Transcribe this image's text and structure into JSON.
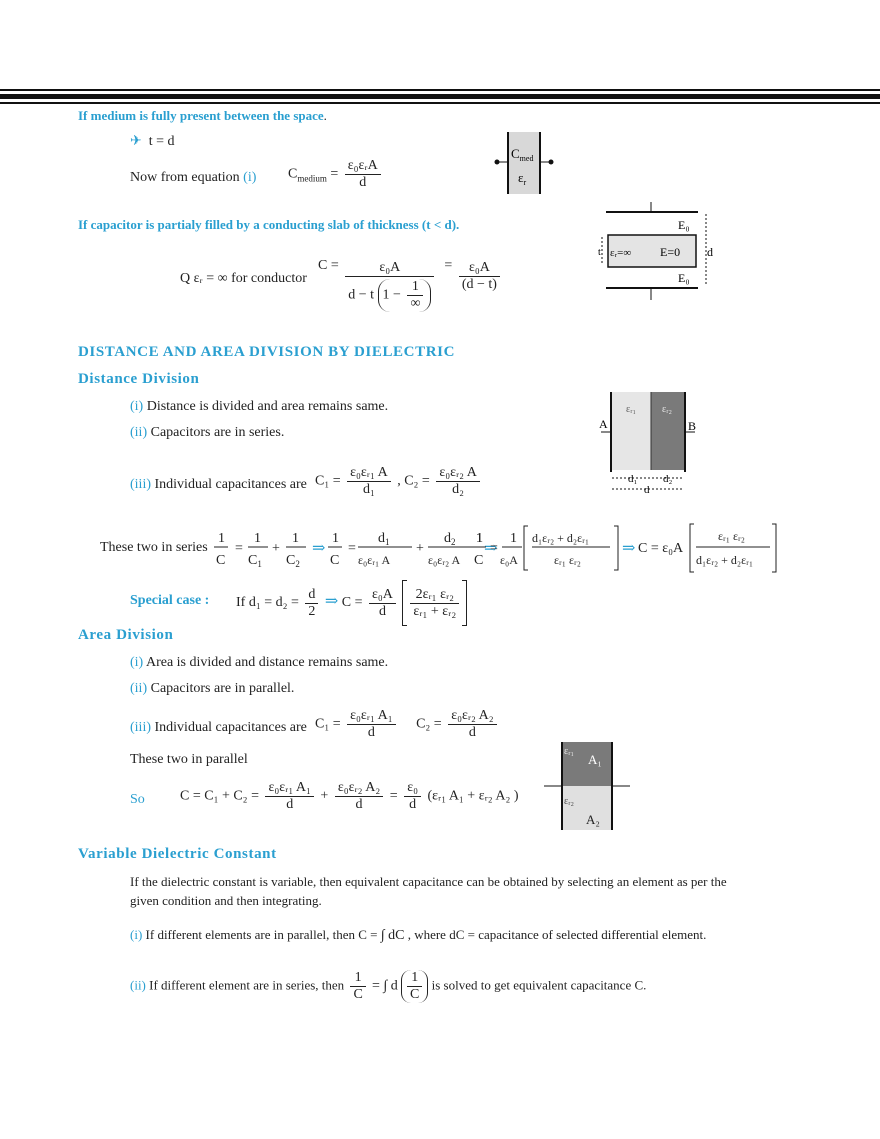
{
  "intro": {
    "full_medium_heading": "If medium is fully present between the space",
    "full_medium_period": ".",
    "td": "t = d",
    "now_from": "Now from equation",
    "eq_ref": "(i)",
    "c_medium_lhs": "C",
    "c_medium_sub": "medium",
    "c_medium_num": "ε₀εᵣA",
    "c_medium_den": "d",
    "fig1_label_top": "C",
    "fig1_label_top_sub": "med",
    "fig1_label_bottom": "ε",
    "fig1_label_bottom_sub": "r"
  },
  "slab": {
    "heading": "If capacitor is partialy filled by a conducting slab of thickness (t < d).",
    "reason": "Q εᵣ = ∞ for conductor",
    "c_lhs": "C =",
    "num1": "ε₀A",
    "den1a": "d − t",
    "den1b": "1 −",
    "den1_inner_num": "1",
    "den1_inner_den": "∞",
    "num2": "ε₀A",
    "den2": "(d − t)",
    "fig_e0_top": "E₀",
    "fig_er": "εᵣ=∞",
    "fig_e_zero": "E=0",
    "fig_e0_bottom": "E₀",
    "fig_t": "t",
    "fig_d": "d"
  },
  "distance": {
    "main_heading": "DISTANCE AND AREA DIVISION BY DIELECTRIC",
    "heading": "Distance Division",
    "items": [
      {
        "num": "(i)",
        "text": "Distance is divided and area remains same."
      },
      {
        "num": "(ii)",
        "text": "Capacitors are in series."
      },
      {
        "num": "(iii)",
        "text": "Individual capacitances are"
      }
    ],
    "c1_lhs": "C₁ =",
    "c1_num": "ε₀εᵣ₁ A",
    "c1_den": "d₁",
    "comma": ",",
    "c2_lhs": "C₂ =",
    "c2_num": "ε₀εᵣ₂ A",
    "c2_den": "d₂",
    "series_label": "These two in series",
    "special_label": "Special case :",
    "special_cond": "If d₁ = d₂ =",
    "special_frac_num": "d",
    "special_frac_den": "2",
    "special_c": "C =",
    "special_num": "ε₀A",
    "special_den": "d",
    "special_inner_num": "2εᵣ₁ εᵣ₂",
    "special_inner_den": "εᵣ₁ + εᵣ₂",
    "fig_a": "A",
    "fig_b": "B",
    "fig_e1": "εᵣ₁",
    "fig_e2": "εᵣ₂",
    "fig_d1": "d₁",
    "fig_d2": "d₂",
    "fig_d": "d"
  },
  "area": {
    "heading": "Area Division",
    "items": [
      {
        "num": "(i)",
        "text": "Area is divided and distance remains same."
      },
      {
        "num": "(ii)",
        "text": "Capacitors are in parallel."
      },
      {
        "num": "(iii)",
        "text": "Individual capacitances are"
      }
    ],
    "c1_lhs": "C₁ =",
    "c1_num": "ε₀εᵣ₁ A₁",
    "c1_den": "d",
    "c2_lhs": "C₂ =",
    "c2_num": "ε₀εᵣ₂ A₂",
    "c2_den": "d",
    "parallel_label": "These two in parallel",
    "so_label": "So",
    "so_lhs": "C = C₁ + C₂ =",
    "so_f1_num": "ε₀εᵣ₁ A₁",
    "so_f1_den": "d",
    "plus": "+",
    "so_f2_num": "ε₀εᵣ₂ A₂",
    "so_f2_den": "d",
    "eq": "=",
    "so_f3_num": "ε₀",
    "so_f3_den": "d",
    "so_tail": "(εᵣ₁ A₁ + εᵣ₂ A₂ )",
    "fig_e1": "εᵣ₁",
    "fig_a1": "A₁",
    "fig_e2": "εᵣ₂",
    "fig_a2": "A₂"
  },
  "variable": {
    "heading": "Variable Dielectric Constant",
    "para_line1": "If the dielectric constant is variable, then equivalent capacitance can be obtained by selecting an element as per the",
    "para_line2": "given condition and then integrating.",
    "i_num": "(i)",
    "i_text_a": "If different elements are in parallel, then C =",
    "i_int": "∫ dC",
    "i_text_b": ", where dC = capacitance of selected differential element.",
    "ii_num": "(ii)",
    "ii_text_a": "If different element are in series, then",
    "ii_lhs_num": "1",
    "ii_lhs_den": "C",
    "ii_eq": "= ∫ d",
    "ii_in_num": "1",
    "ii_in_den": "C",
    "ii_text_b": "is solved to get equivalent capacitance C."
  }
}
